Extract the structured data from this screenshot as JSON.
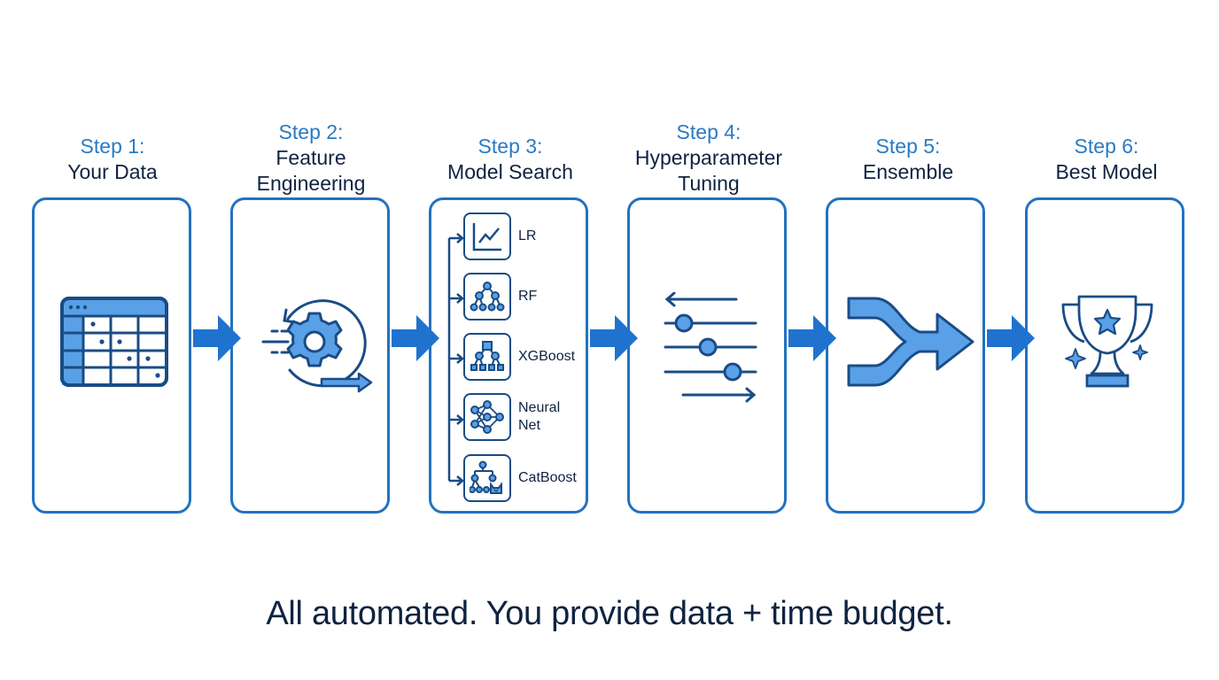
{
  "colors": {
    "accent": "#2272c0",
    "step_label": "#2a7ac4",
    "dark_text": "#0f2340",
    "icon_fill": "#5aa0e6",
    "icon_stroke": "#1a4c86",
    "arrow": "#1f73cf"
  },
  "steps": [
    {
      "step": "Step 1:",
      "name": "Your Data",
      "icon": "data-table-icon"
    },
    {
      "step": "Step 2:",
      "name": "Feature Engineering",
      "name_lines": [
        "Feature",
        "Engineering"
      ],
      "icon": "gear-cycle-icon"
    },
    {
      "step": "Step 3:",
      "name": "Model Search",
      "icon": "model-list"
    },
    {
      "step": "Step 4:",
      "name": "Hyperparameter Tuning",
      "name_lines": [
        "Hyperparameter",
        "Tuning"
      ],
      "icon": "sliders-icon"
    },
    {
      "step": "Step 5:",
      "name": "Ensemble",
      "icon": "merge-arrow-icon"
    },
    {
      "step": "Step 6:",
      "name": "Best Model",
      "icon": "trophy-icon"
    }
  ],
  "models": [
    {
      "label": "LR",
      "icon": "line-chart-icon"
    },
    {
      "label": "RF",
      "icon": "tree-icon"
    },
    {
      "label": "XGBoost",
      "icon": "boosted-tree-icon"
    },
    {
      "label": "Neural Net",
      "label_lines": [
        "Neural",
        "Net"
      ],
      "icon": "neural-net-icon"
    },
    {
      "label": "CatBoost",
      "icon": "cat-tree-icon"
    }
  ],
  "footer": "All automated. You provide data + time budget."
}
